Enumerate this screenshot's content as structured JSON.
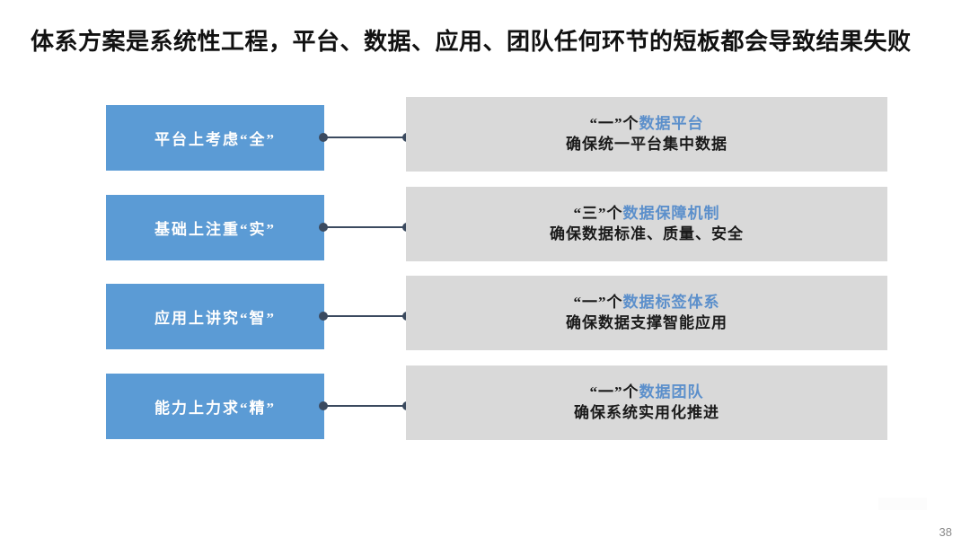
{
  "slide": {
    "title": "体系方案是系统性工程，平台、数据、应用、团队任何环节的短板都会导致结果失败",
    "page_number": "38",
    "colors": {
      "blue_box": "#5B9BD5",
      "gray_box": "#D9D9D9",
      "connector": "#3B4A5F",
      "accent_text": "#5B8FCB",
      "body_text": "#1a1a1a",
      "blue_box_text": "#ffffff",
      "background": "#ffffff"
    }
  },
  "rows": [
    {
      "pillar_label": "平台上考虑“全”",
      "detail_prefix": "“一”个",
      "detail_accent": "数据平台",
      "detail_line2": "确保统一平台集中数据"
    },
    {
      "pillar_label": "基础上注重“实”",
      "detail_prefix": "“三”个",
      "detail_accent": "数据保障机制",
      "detail_line2": "确保数据标准、质量、安全"
    },
    {
      "pillar_label": "应用上讲究“智”",
      "detail_prefix": "“一”个",
      "detail_accent": "数据标签体系",
      "detail_line2": "确保数据支撑智能应用"
    },
    {
      "pillar_label": "能力上力求“精”",
      "detail_prefix": "“一”个",
      "detail_accent": "数据团队",
      "detail_line2": "确保系统实用化推进"
    }
  ]
}
